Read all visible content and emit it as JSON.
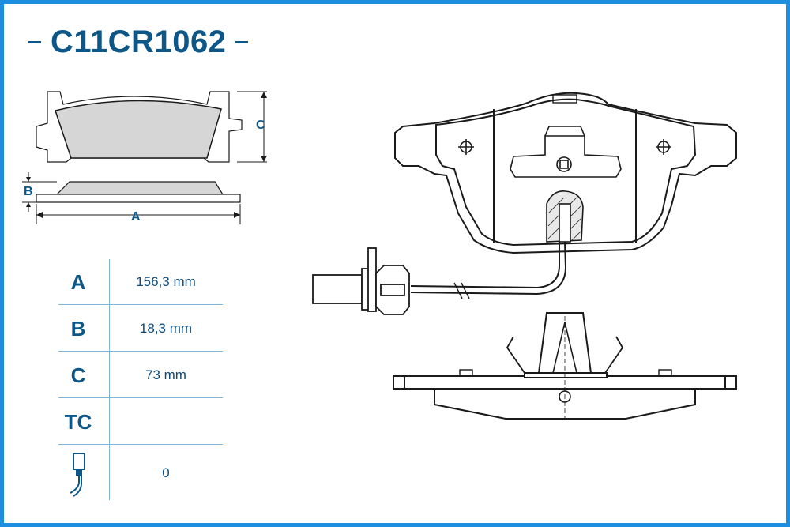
{
  "title": "C11CR1062",
  "dimension_labels": {
    "a": "A",
    "b": "B",
    "c": "C"
  },
  "specs": [
    {
      "label": "A",
      "value": "156,3 mm"
    },
    {
      "label": "B",
      "value": "18,3 mm"
    },
    {
      "label": "C",
      "value": "73 mm"
    },
    {
      "label": "TC",
      "value": ""
    },
    {
      "label": "",
      "icon": "wear-sensor-icon",
      "value": "0"
    }
  ],
  "colors": {
    "border": "#1e8fe0",
    "title": "#0d5688",
    "pad_fill": "#d8d8d8",
    "line": "#1a1a1a"
  }
}
